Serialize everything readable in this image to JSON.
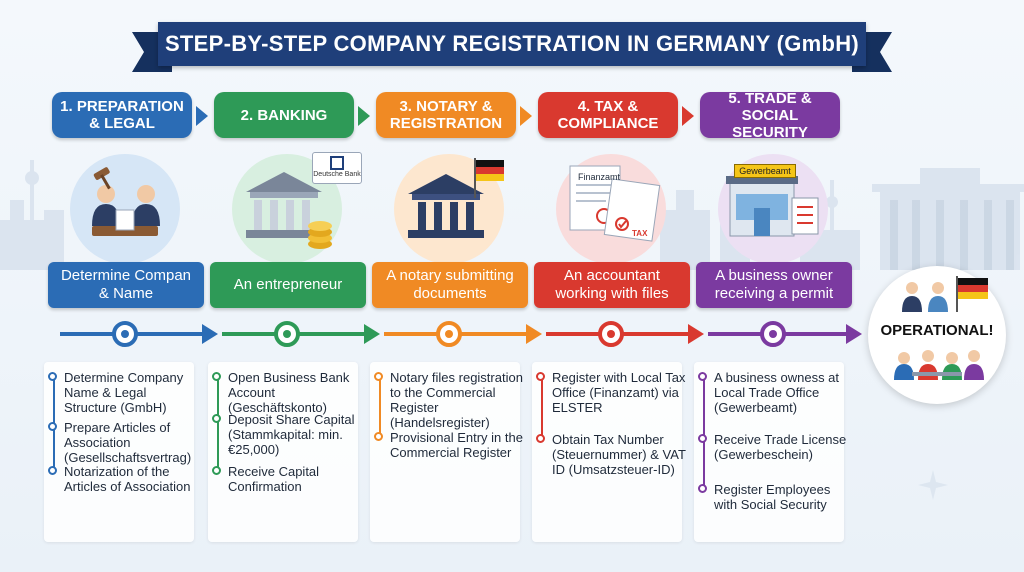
{
  "title": "STEP-BY-STEP COMPANY REGISTRATION IN GERMANY (GmbH)",
  "colors": {
    "navy": "#1f3f7a",
    "blue": "#2b6cb5",
    "green": "#2e9a57",
    "orange": "#f08a24",
    "red": "#d9392f",
    "purple": "#7b3aa0"
  },
  "stages": [
    {
      "header": "1. PREPARATION & LEGAL",
      "description": "Determine Compan & Name",
      "icon": "notary-meeting-icon",
      "steps": [
        "Determine Company Name & Legal Structure (GmbH)",
        "Prepare Articles of Association (Gesellschaftsvertrag)",
        "Notarization of the Articles of Association"
      ]
    },
    {
      "header": "2. BANKING",
      "description": "An entrepreneur",
      "icon": "bank-building-icon",
      "bank_sign": "Deutsche Bank",
      "steps": [
        "Open Business Bank Account (Geschäftskonto)",
        "Deposit Share Capital (Stammkapital: min. €25,000)",
        "Receive Capital Confirmation"
      ]
    },
    {
      "header": "3. NOTARY & REGISTRATION",
      "description": "A notary submitting documents",
      "icon": "courthouse-flag-icon",
      "steps": [
        "Notary files registration to the Commercial Register (Handelsregister)",
        "Provisional Entry in the Commercial Register"
      ]
    },
    {
      "header": "4. TAX & COMPLIANCE",
      "description": "An accountant working with files",
      "icon": "tax-documents-icon",
      "doc_title": "Finanzamt",
      "doc_tag": "TAX",
      "steps": [
        "Register with Local Tax Office (Finanzamt) via ELSTER",
        "Obtain Tax Number (Steuernummer) & VAT ID (Umsatzsteuer-ID)"
      ]
    },
    {
      "header": "5. TRADE & SOCIAL SECURITY",
      "description": "A business owner receiving a permit",
      "icon": "trade-office-icon",
      "office_sign": "Gewerbeamt",
      "steps": [
        "A business owness at Local Trade Office (Gewerbeamt)",
        "Receive Trade License (Gewerbeschein)",
        "Register Employees with Social Security"
      ]
    }
  ],
  "final": {
    "label": "OPERATIONAL!",
    "icon": "team-celebration-icon"
  }
}
